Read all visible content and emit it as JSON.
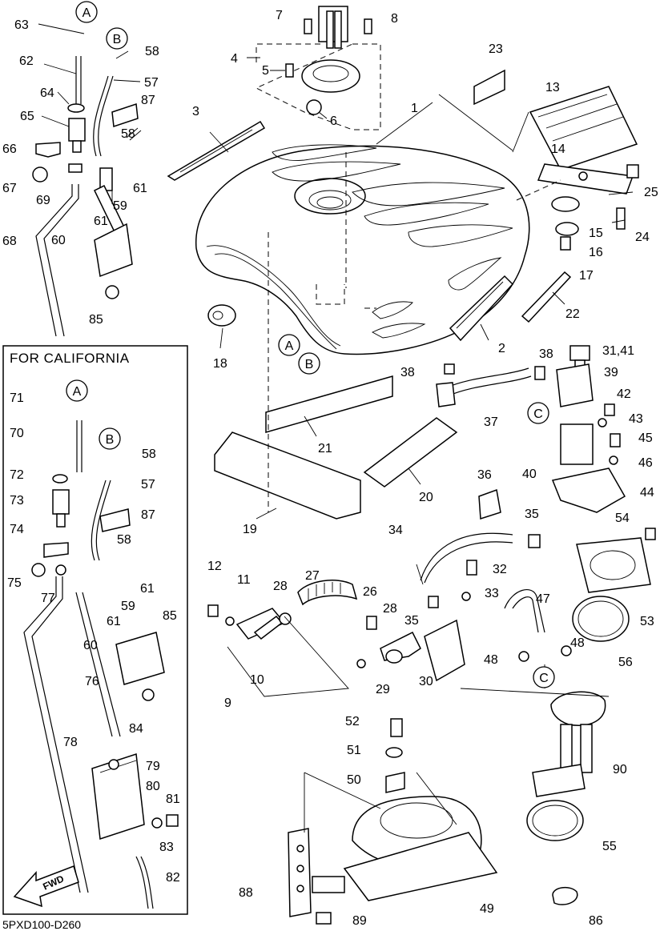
{
  "diagram": {
    "box_title": "FOR CALIFORNIA",
    "fwd_label": "FWD",
    "drawing_code": "5PXD100-D260",
    "markers": [
      "A",
      "B",
      "C"
    ],
    "callouts": [
      "1",
      "2",
      "3",
      "4",
      "5",
      "6",
      "7",
      "8",
      "9",
      "10",
      "11",
      "12",
      "13",
      "14",
      "15",
      "16",
      "17",
      "18",
      "19",
      "20",
      "21",
      "22",
      "23",
      "24",
      "25",
      "26",
      "27",
      "28",
      "29",
      "30",
      "31,41",
      "32",
      "33",
      "34",
      "35",
      "36",
      "37",
      "38",
      "39",
      "40",
      "42",
      "43",
      "44",
      "45",
      "46",
      "47",
      "48",
      "49",
      "50",
      "51",
      "52",
      "53",
      "54",
      "55",
      "56",
      "57",
      "58",
      "59",
      "60",
      "61",
      "62",
      "63",
      "64",
      "65",
      "66",
      "67",
      "68",
      "69",
      "70",
      "71",
      "72",
      "73",
      "74",
      "75",
      "76",
      "77",
      "78",
      "79",
      "80",
      "81",
      "82",
      "83",
      "84",
      "85",
      "86",
      "87",
      "88",
      "89",
      "90"
    ]
  }
}
